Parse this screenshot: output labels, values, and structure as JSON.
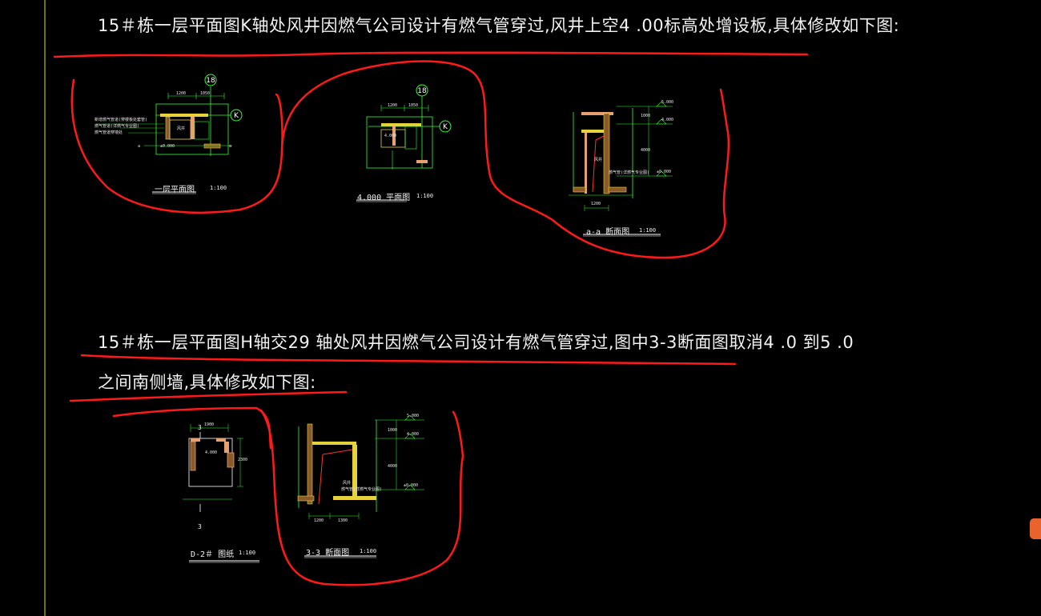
{
  "notes": {
    "note1": "15＃栋一层平面图K轴处风井因燃气公司设计有燃气管穿过,风井上空4 .00标高处增设板,具体修改如下图:",
    "note2_line1": "15＃栋一层平面图H轴交29 轴处风井因燃气公司设计有燃气管穿过,图中3-3断面图取消4 .0 到5 .0",
    "note2_line2": "之间南侧墙,具体修改如下图:"
  },
  "drawings": {
    "plan1": {
      "title": "一层平面图",
      "scale": "1:100",
      "axis_top": "18",
      "axis_right": "K",
      "dims": [
        "1200",
        "1050"
      ],
      "level": "±0.000",
      "section_mark": "a",
      "room_label": "风井",
      "callouts": [
        "新增燃气管道(穿楼板处套管)",
        "燃气管道(详燃气专业图)",
        "燃气管道穿墙处"
      ]
    },
    "plan2": {
      "title": "4.000  平面图",
      "scale": "1:100",
      "axis_top": "18",
      "axis_right": "K",
      "dims": [
        "1200",
        "1050"
      ],
      "level": "4.000"
    },
    "section_aa": {
      "title": "a-a  断面图",
      "scale": "1:100",
      "levels": [
        "5.000",
        "4.000",
        "±0.000"
      ],
      "dims_v": [
        "1000",
        "4000"
      ],
      "dim_h": "1200",
      "label_shaft": "风井",
      "label_pipe": "燃气管(详燃气专业图)"
    },
    "plan_d2": {
      "title": "D-2＃  图纸",
      "scale": "1:100",
      "mark_top": "3",
      "mark_bottom": "3",
      "dim_top": "1900",
      "dim_side": "2300",
      "level": "4.000"
    },
    "section_33": {
      "title": "3-3    断面图",
      "scale": "1:100",
      "levels": [
        "5.000",
        "4.000",
        "±0.000"
      ],
      "dims_v": [
        "1000",
        "4000"
      ],
      "dims_h": [
        "1200",
        "1300"
      ],
      "label_shaft": "风井",
      "label_pipe": "燃气管(详燃气专业图)"
    }
  },
  "colors": {
    "background": "#000000",
    "markup_red": "#ff1a1a",
    "line_green": "#33ff33",
    "wall_yellow": "#e6d23c",
    "brown_fill": "#8a5a2a",
    "pale_orange": "#e8a070",
    "text_white": "#f2f2f2",
    "border_yellow": "#e6e600"
  }
}
